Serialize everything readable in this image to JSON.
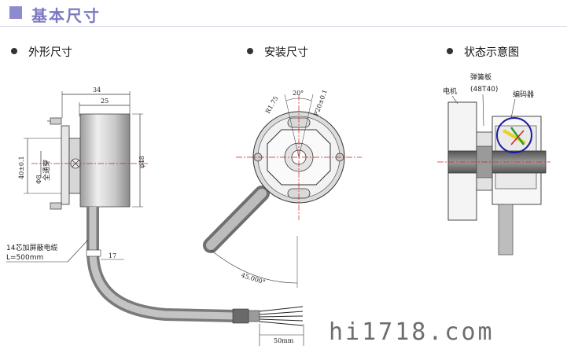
{
  "header": {
    "title": "基本尺寸"
  },
  "sections": {
    "outline": "外形尺寸",
    "install": "安装尺寸",
    "state": "状态示意图"
  },
  "outline_dims": {
    "width_total": "34",
    "width_body": "25",
    "diameter": "φ48",
    "height_tol": "40±0.1",
    "shaft": "Φ8",
    "shaft_note": "全通穿",
    "cable_desc": "14芯加屏蔽电缆",
    "cable_len": "L=500mm",
    "cable_offset": "17",
    "lead_len": "50mm"
  },
  "install_dims": {
    "angle": "20°",
    "radius": "R1.75",
    "pcd": "P20±0.1",
    "cable_angle": "45.000°"
  },
  "state_labels": {
    "motor": "电机",
    "spring": "弹簧板",
    "spring_model": "(48T40)",
    "encoder": "编码器"
  },
  "watermark": "hi1718.com",
  "colors": {
    "accent": "#8d8ad0",
    "centerline": "#d22020",
    "highlight": "#1a1aa0",
    "check_green": "#2aa02a",
    "check_yellow": "#e8d020"
  }
}
